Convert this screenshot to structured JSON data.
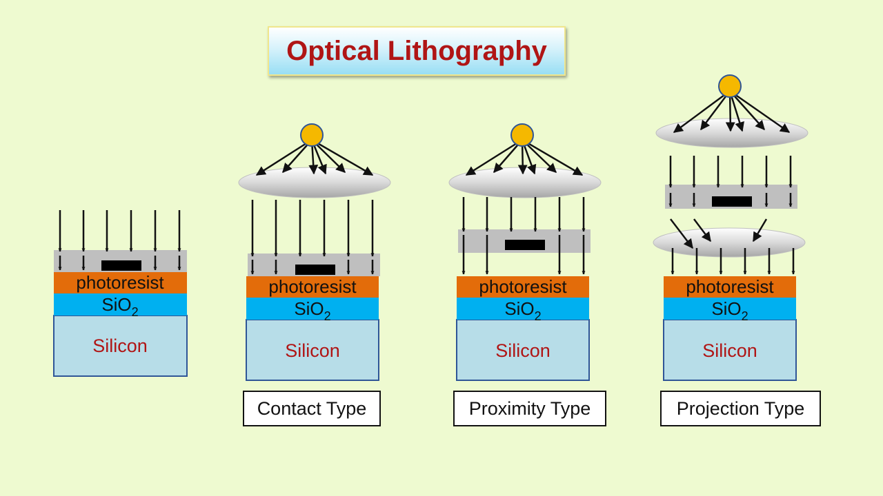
{
  "title": "Optical Lithography",
  "layers": {
    "photoresist": "photoresist",
    "oxide": "SiO",
    "oxide_subscript": "2",
    "substrate": "Silicon"
  },
  "types": {
    "contact": "Contact Type",
    "proximity": "Proximity Type",
    "projection": "Projection Type"
  },
  "colors": {
    "background": "#eefad0",
    "photoresist": "#e36c0a",
    "oxide": "#00b0f0",
    "silicon": "#b7dde8",
    "mask": "#bfbfbf",
    "light_source": "#f5b800",
    "lens": "#d0d0d0",
    "title_text": "#b01515",
    "silicon_text": "#b01515"
  }
}
